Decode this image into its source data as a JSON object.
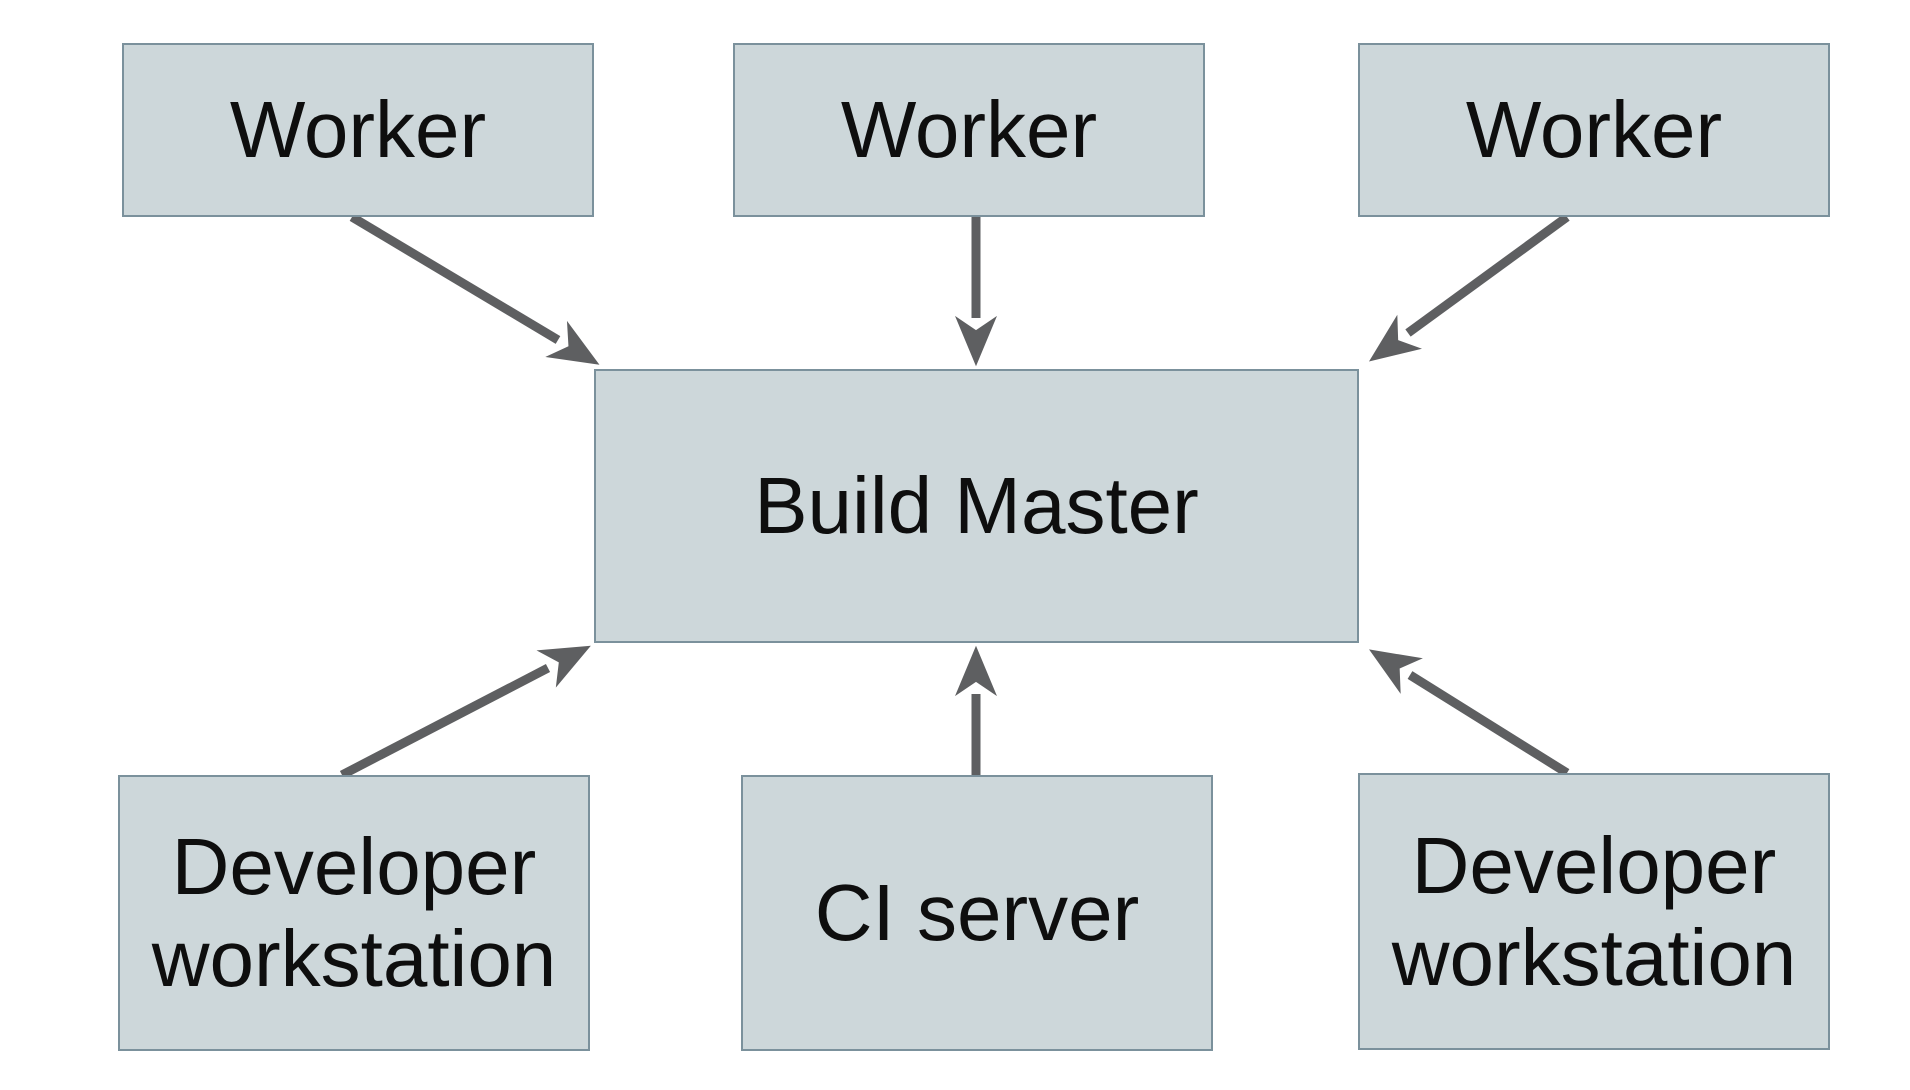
{
  "diagram": {
    "background_color": "#ffffff",
    "node_fill_color": "#cdd7da",
    "node_border_color": "#7b919c",
    "arrow_color": "#5e5f61",
    "text_color": "#0e0e0e",
    "nodes": [
      {
        "id": "worker-1",
        "label": "Worker"
      },
      {
        "id": "worker-2",
        "label": "Worker"
      },
      {
        "id": "worker-3",
        "label": "Worker"
      },
      {
        "id": "build-master",
        "label": "Build Master"
      },
      {
        "id": "dev-left",
        "label": "Developer workstation"
      },
      {
        "id": "ci-server",
        "label": "CI server"
      },
      {
        "id": "dev-right",
        "label": "Developer workstation"
      }
    ],
    "edges": [
      {
        "from": "worker-1",
        "to": "build-master"
      },
      {
        "from": "worker-2",
        "to": "build-master"
      },
      {
        "from": "worker-3",
        "to": "build-master"
      },
      {
        "from": "dev-left",
        "to": "build-master"
      },
      {
        "from": "ci-server",
        "to": "build-master"
      },
      {
        "from": "dev-right",
        "to": "build-master"
      }
    ]
  }
}
